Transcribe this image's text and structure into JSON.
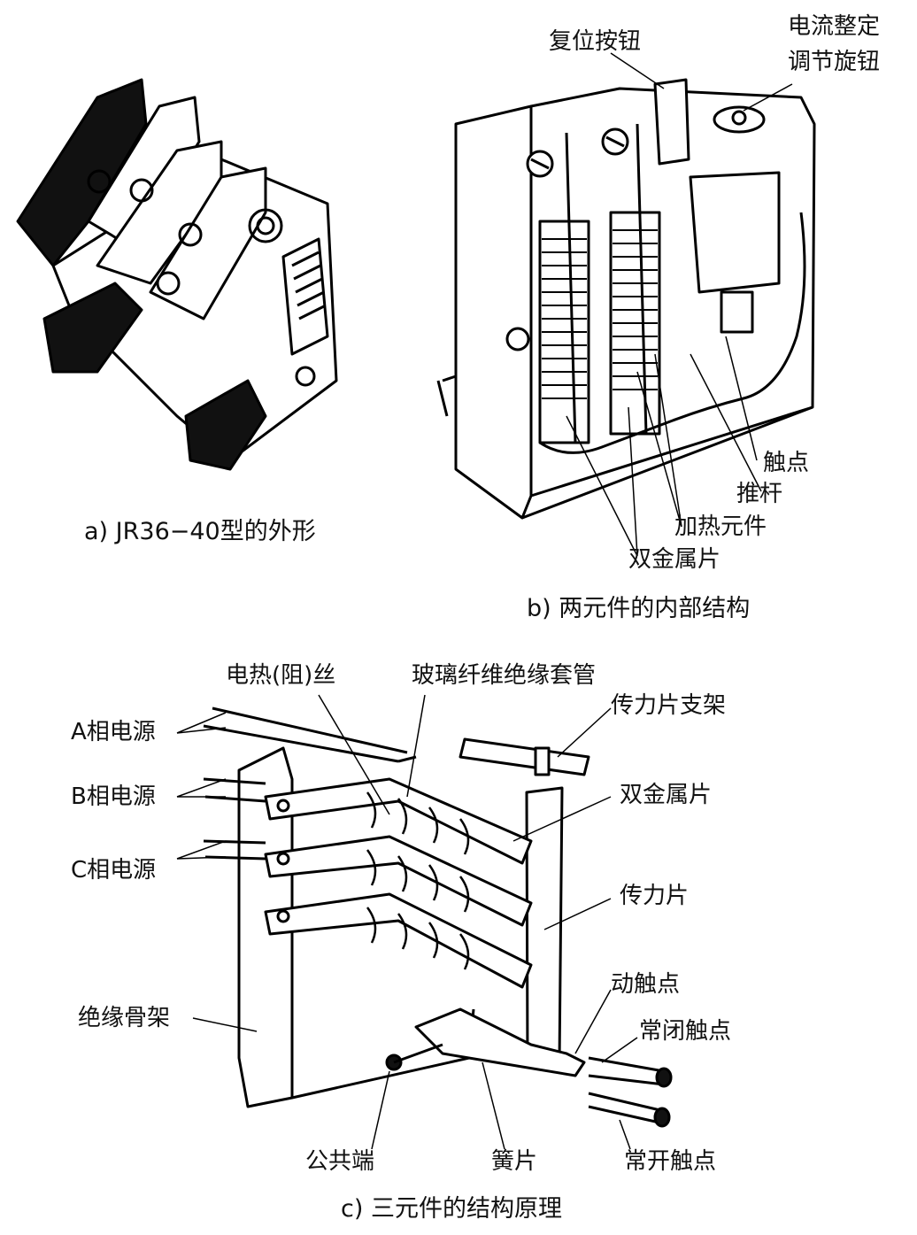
{
  "figure_a": {
    "caption": "a) JR36−40型的外形"
  },
  "figure_b": {
    "caption": "b) 两元件的内部结构",
    "labels": {
      "reset_button": "复位按钮",
      "current_knob_line1": "电流整定",
      "current_knob_line2": "调节旋钮",
      "contact": "触点",
      "push_rod": "推杆",
      "heating_element": "加热元件",
      "bimetal": "双金属片"
    }
  },
  "figure_c": {
    "caption": "c) 三元件的结构原理",
    "labels": {
      "heating_wire": "电热(阻)丝",
      "glass_fiber_sleeve": "玻璃纤维绝缘套管",
      "force_plate_bracket": "传力片支架",
      "phase_a": "A相电源",
      "phase_b": "B相电源",
      "phase_c": "C相电源",
      "bimetal": "双金属片",
      "force_plate": "传力片",
      "moving_contact": "动触点",
      "nc_contact": "常闭触点",
      "insulating_frame": "绝缘骨架",
      "common_terminal": "公共端",
      "reed": "簧片",
      "no_contact": "常开触点"
    }
  }
}
